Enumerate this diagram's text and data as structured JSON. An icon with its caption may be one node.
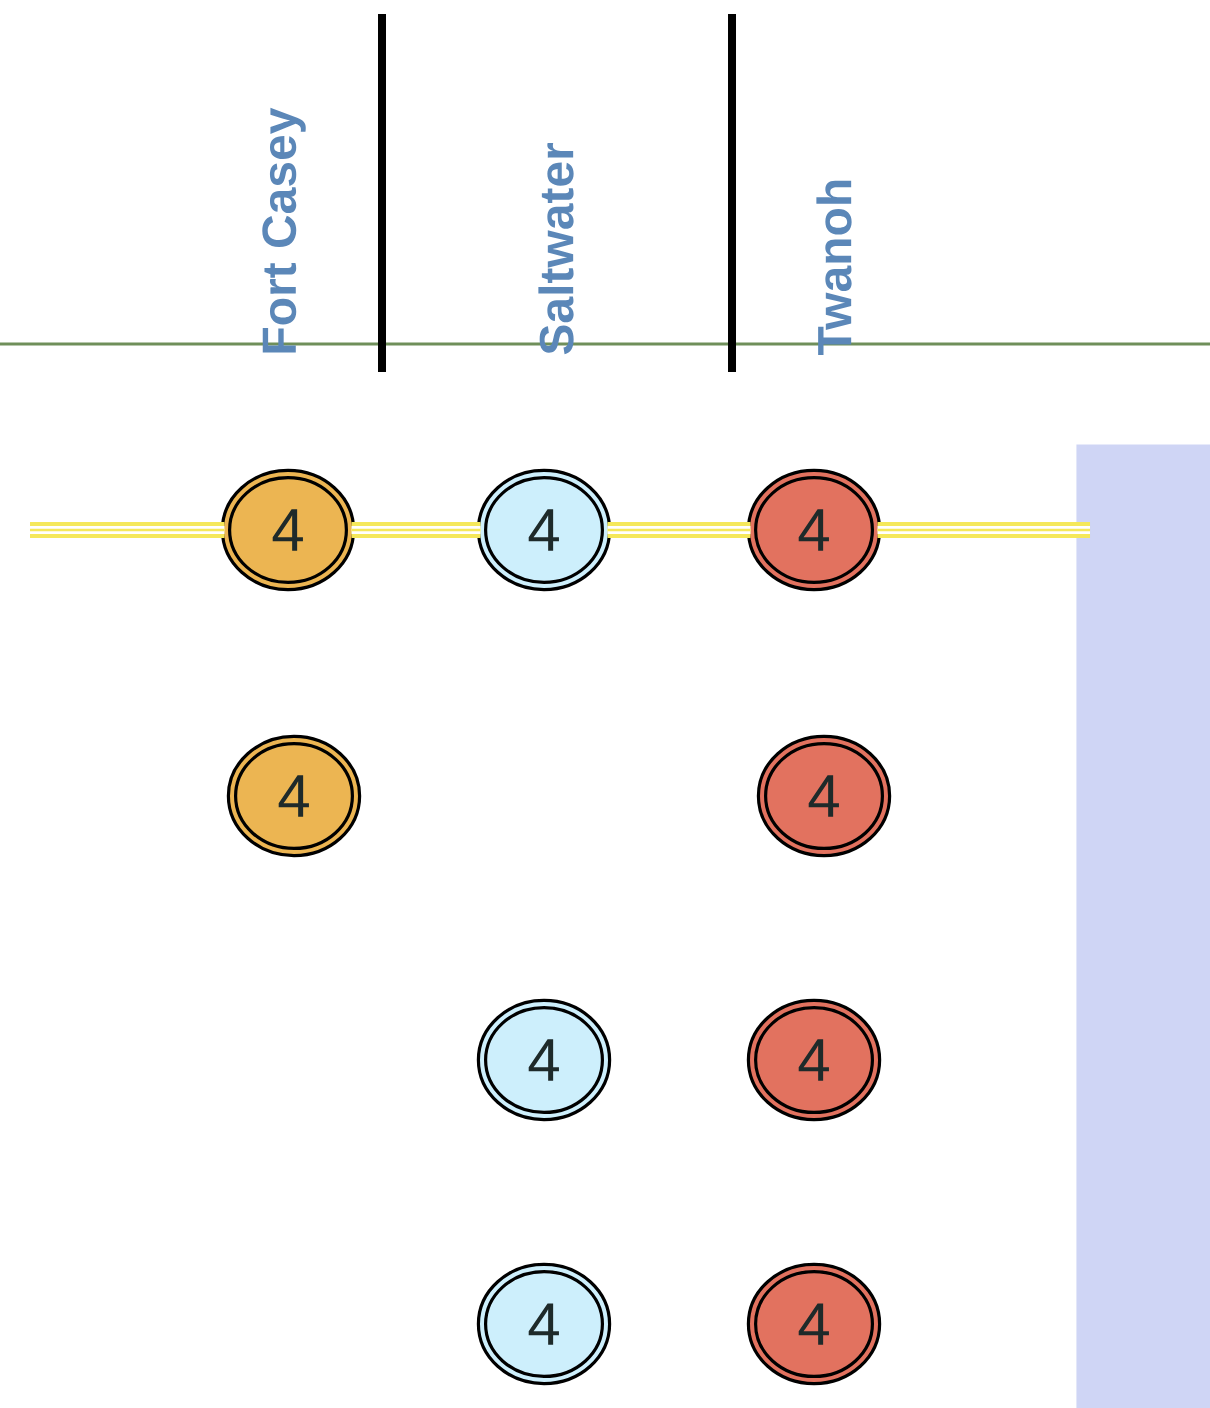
{
  "diagram": {
    "nodes": [
      {
        "text": [
          "4"
        ]
      },
      {
        "text": [
          "4"
        ]
      },
      {
        "text": [
          "4"
        ]
      },
      {
        "text": [
          "4"
        ]
      },
      {
        "text": [
          "4"
        ]
      },
      {
        "text": [
          "4"
        ]
      },
      {
        "text": [
          "4"
        ]
      },
      {
        "text": [
          "4"
        ]
      },
      {
        "text": [
          "4"
        ]
      },
      {
        "text": [],
        "shape": "box"
      }
    ],
    "edges": [
      {
        "from": null,
        "to": 0,
        "arrow": "none"
      },
      {
        "from": 0,
        "to": 1,
        "arrow": "none"
      },
      {
        "from": 1,
        "to": 2,
        "arrow": "none"
      },
      {
        "from": 2,
        "to": 9,
        "arrow": "none"
      }
    ],
    "labels": [
      "Fort Casey",
      "Saltwater",
      "Twanoh"
    ]
  }
}
